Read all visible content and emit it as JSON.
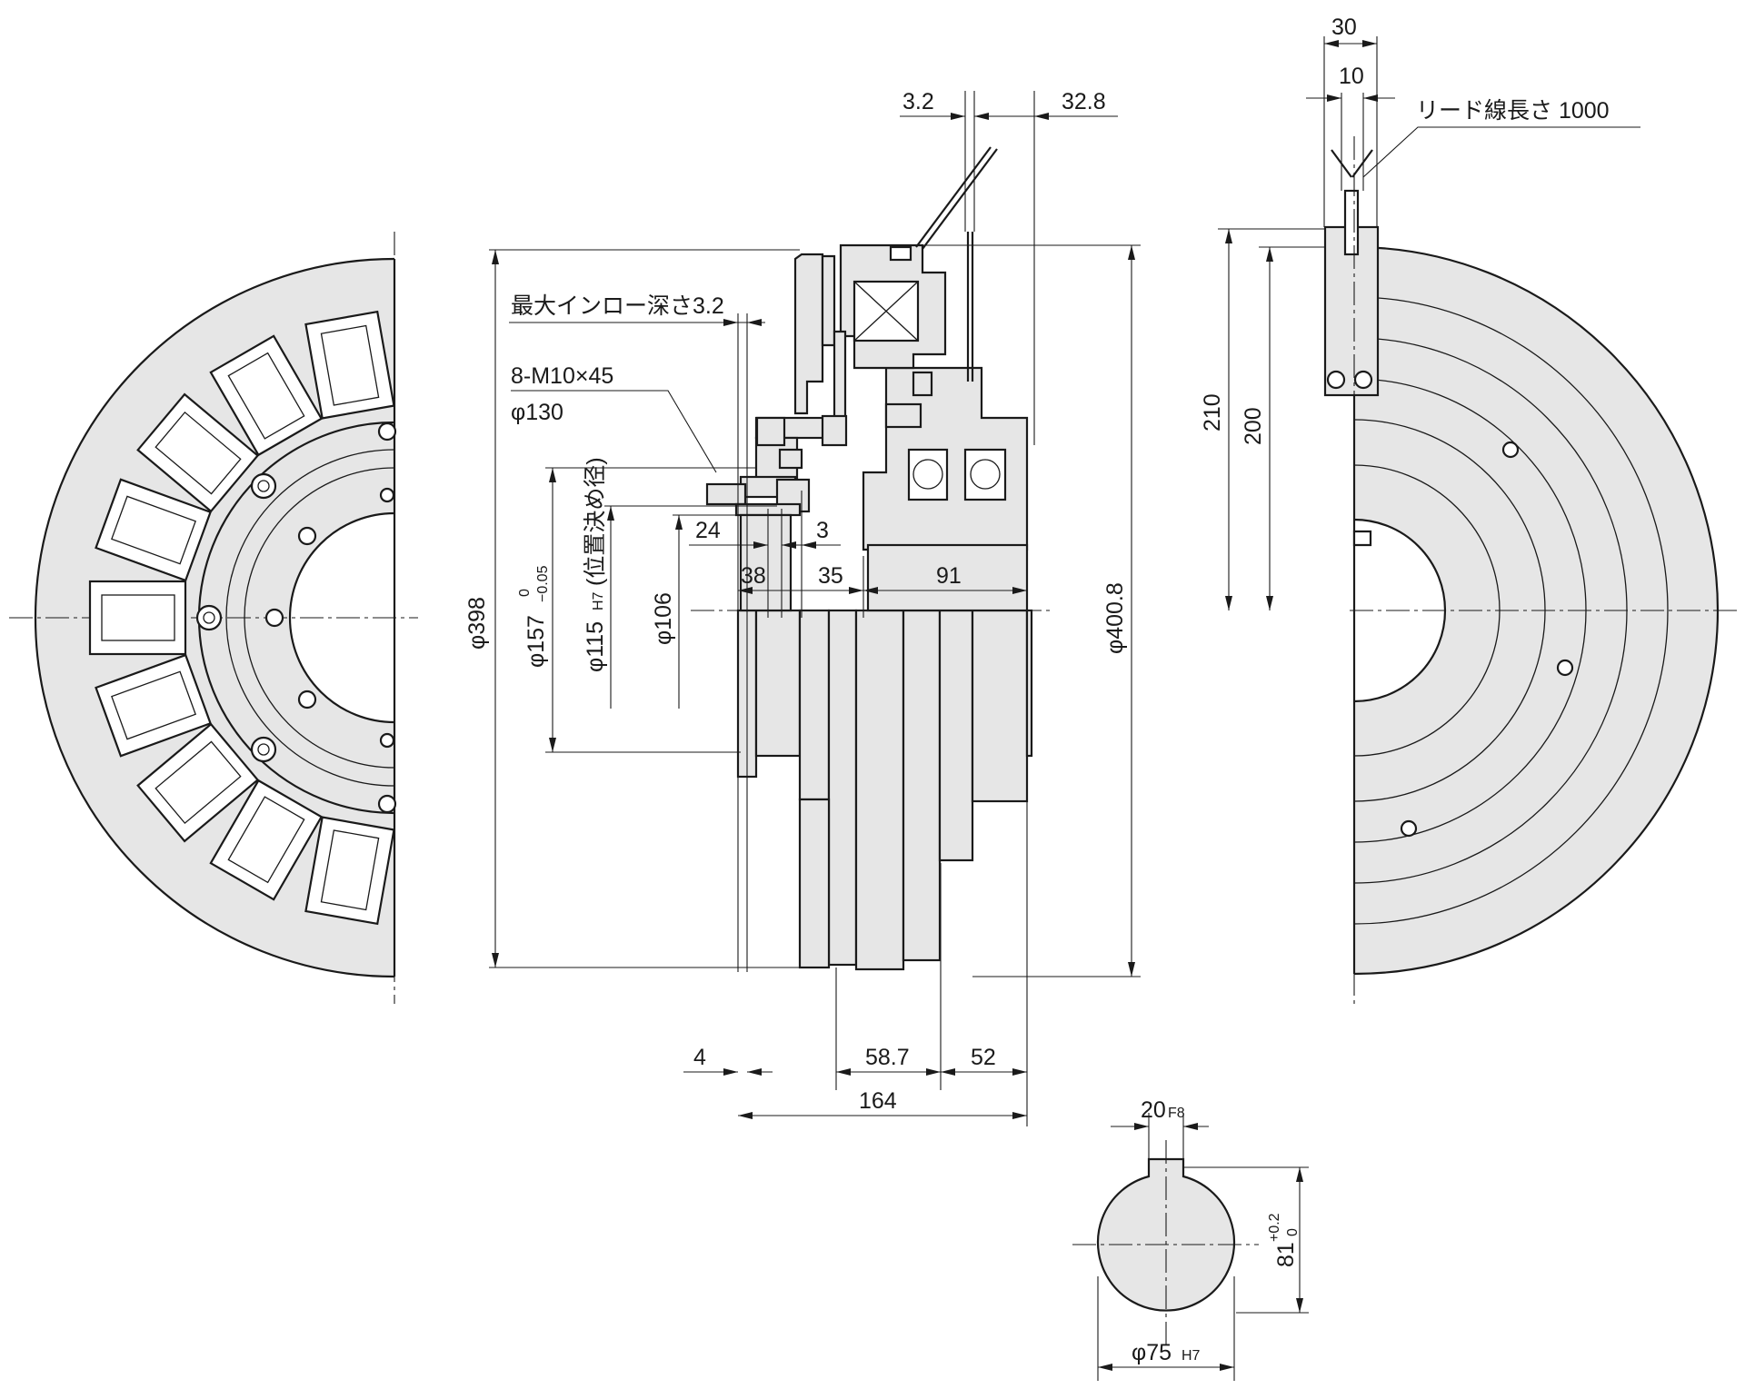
{
  "colors": {
    "ink": "#1a1a1a",
    "part_fill": "#e6e6e6",
    "background": "#ffffff"
  },
  "labels": {
    "d_3_2": "3.2",
    "d_32_8": "32.8",
    "d_30": "30",
    "d_10": "10",
    "lead_length": "リード線長さ 1000",
    "max_spigot_depth": "最大インロー深さ3.2",
    "bolt_spec": "8-M10×45",
    "bolt_pcd": "φ130",
    "d_24": "24",
    "d_3": "3",
    "d_38": "38",
    "d_35": "35",
    "d_91": "91",
    "dia_398": "φ398",
    "dia_157": "φ157",
    "dia_157_tol_upper": "0",
    "dia_157_tol_lower": "−0.05",
    "dia_115": "φ115",
    "dia_115_fit": "H7",
    "positioning_dia": "(位置決め径)",
    "dia_106": "φ106",
    "dia_400_8": "φ400.8",
    "d_210": "210",
    "d_200": "200",
    "d_4": "4",
    "d_58_7": "58.7",
    "d_52": "52",
    "d_164": "164",
    "keyway_width": "20",
    "keyway_fit": "F8",
    "key_depth": "81",
    "key_depth_tol_upper": "+0.2",
    "key_depth_tol_lower": "0",
    "bore_dia": "φ75",
    "bore_fit": "H7"
  }
}
